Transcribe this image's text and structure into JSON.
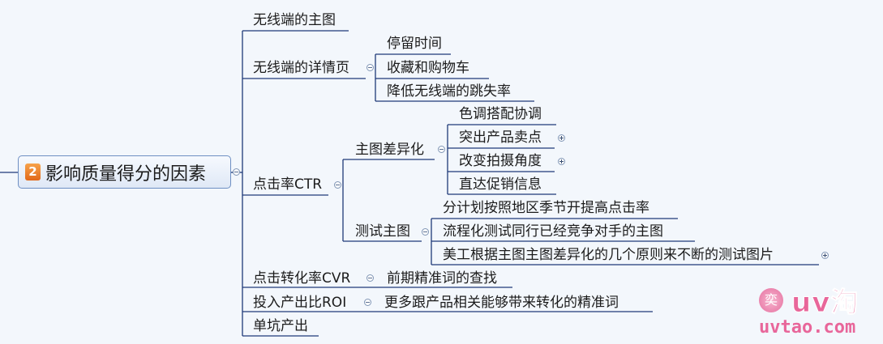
{
  "central_topic": {
    "badge": "2",
    "label": "影响质量得分的因素"
  },
  "topics": {
    "mobile_main_image": "无线端的主图",
    "mobile_detail_page": "无线端的详情页",
    "dwell_time": "停留时间",
    "favorite_and_cart": "收藏和购物车",
    "reduce_bounce_rate": "降低无线端的跳失率",
    "ctr": "点击率CTR",
    "main_image_differentiation": "主图差异化",
    "color_matching": "色调搭配协调",
    "highlight_selling_points": "突出产品卖点",
    "change_shooting_angle": "改变拍摄角度",
    "direct_promotion_info": "直达促销信息",
    "test_main_image": "测试主图",
    "plan_by_region_season": "分计划按照地区季节开提高点击率",
    "process_test_competitor": "流程化测试同行已经竞争对手的主图",
    "designer_test_images": "美工根据主图主图差异化的几个原则来不断的测试图片",
    "cvr": "点击转化率CVR",
    "precise_keyword_search": "前期精准词的查找",
    "roi": "投入产出比ROI",
    "more_relevant_keywords": "更多跟产品相关能够带来转化的精准词",
    "single_slot_output": "单坑产出"
  },
  "watermark": {
    "seal": "奕",
    "brand": "uv淘",
    "domain": "uvtao.com"
  },
  "colors": {
    "background": "#f3f7fc",
    "line": "#1f3a78",
    "central_border": "#6e8fc3",
    "badge": "#e2681a",
    "watermark": "#e8669a"
  }
}
